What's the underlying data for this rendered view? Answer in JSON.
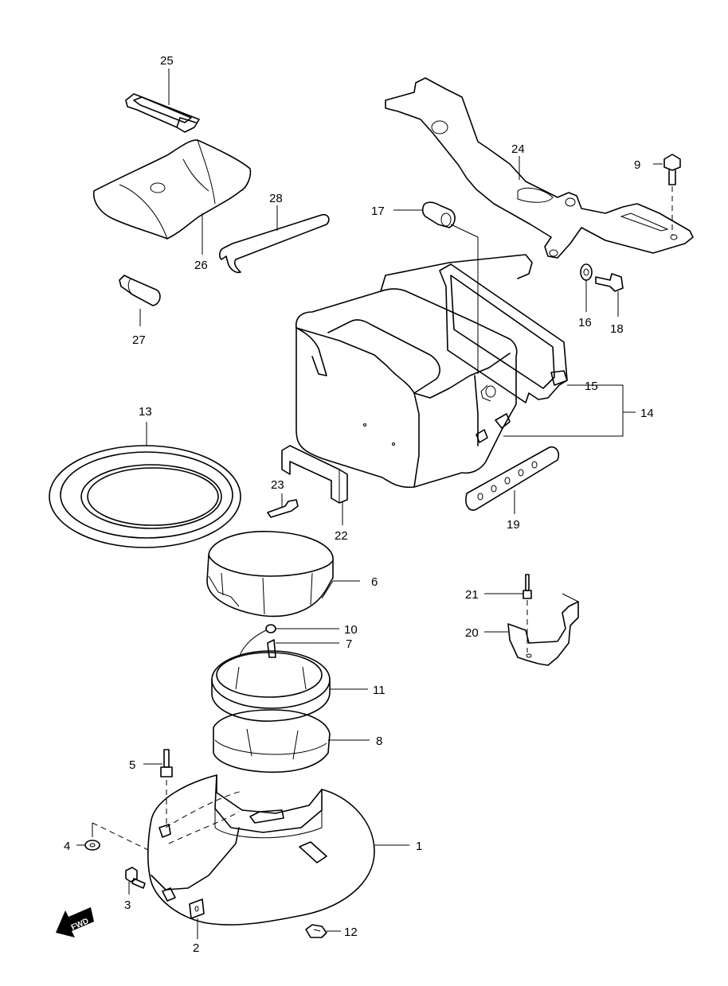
{
  "labels": {
    "p1": "1",
    "p2": "2",
    "p3": "3",
    "p4": "4",
    "p5": "5",
    "p6": "6",
    "p7": "7",
    "p8": "8",
    "p9": "9",
    "p10": "10",
    "p11": "11",
    "p12": "12",
    "p13": "13",
    "p14": "14",
    "p15": "15",
    "p16": "16",
    "p17": "17",
    "p18": "18",
    "p19": "19",
    "p20": "20",
    "p21": "21",
    "p22": "22",
    "p23": "23",
    "p24": "24",
    "p25": "25",
    "p26": "26",
    "p27": "27",
    "p28": "28"
  },
  "fwd_marker": "FWD"
}
